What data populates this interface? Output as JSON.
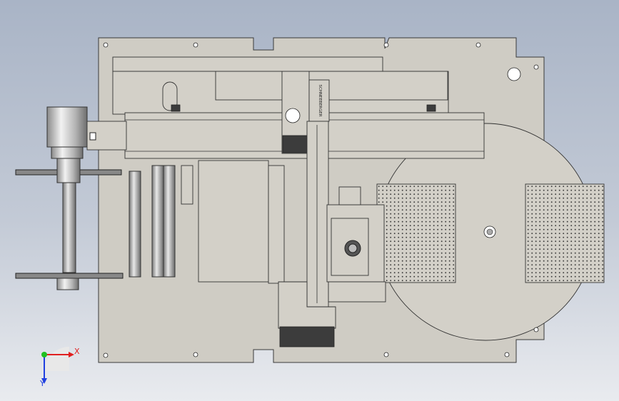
{
  "viewport": {
    "background_top": "#a9b4c6",
    "background_bottom": "#e9ebef"
  },
  "triad": {
    "x_label": "X",
    "y_label": "Y",
    "x_color": "#e02020",
    "y_color": "#20c020",
    "z_color": "#2040e0"
  },
  "module_label": "SCHNEEBERGER"
}
